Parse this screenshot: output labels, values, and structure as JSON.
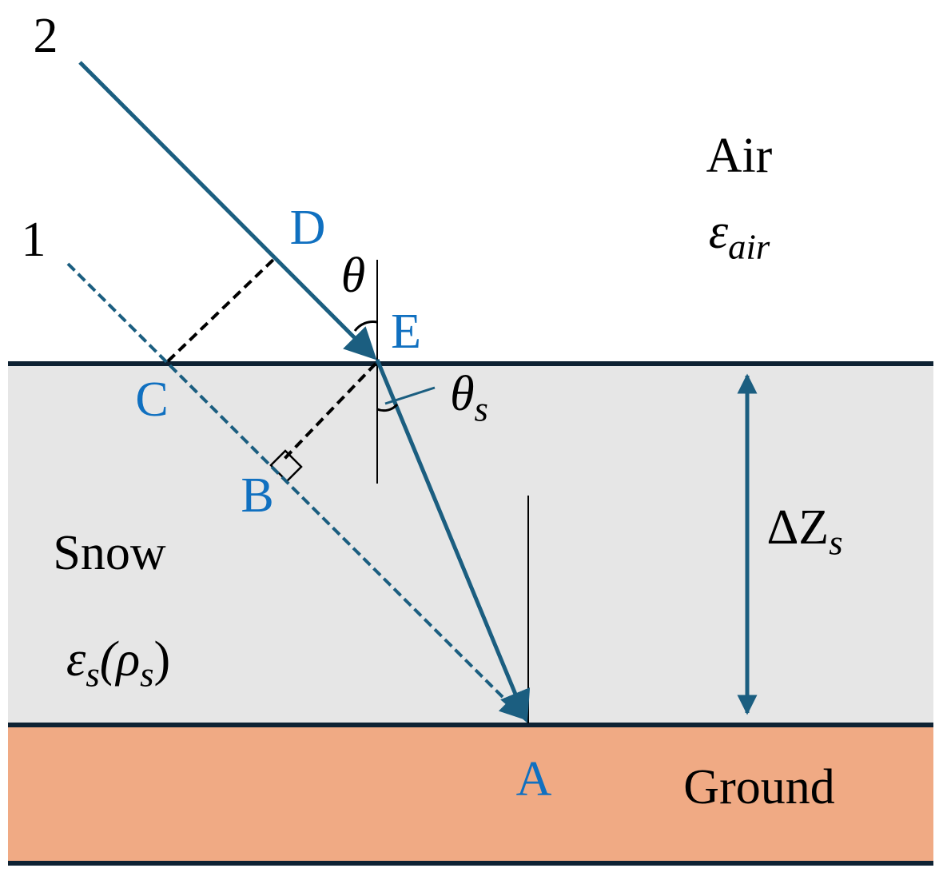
{
  "colors": {
    "ray": "#1b5e80",
    "point_label": "#1070c0",
    "boundary": "#0e2233",
    "snow": "#e6e6e6",
    "ground": "#f0aa84"
  },
  "rays": {
    "ray2": "2",
    "ray1": "1"
  },
  "points": {
    "A": "A",
    "B": "B",
    "C": "C",
    "D": "D",
    "E": "E"
  },
  "angles": {
    "incident": "θ",
    "refracted_base": "θ",
    "refracted_sub": "s"
  },
  "layers": {
    "air": {
      "name": "Air",
      "eps_base": "ε",
      "eps_sub": "air"
    },
    "snow": {
      "name": "Snow",
      "eps_base": "ε",
      "eps_sub": "s",
      "rho_open": "(ρ",
      "rho_sub": "s",
      "rho_close": ")"
    },
    "ground": {
      "name": "Ground"
    }
  },
  "thickness": {
    "base": "ΔZ",
    "sub": "s"
  }
}
